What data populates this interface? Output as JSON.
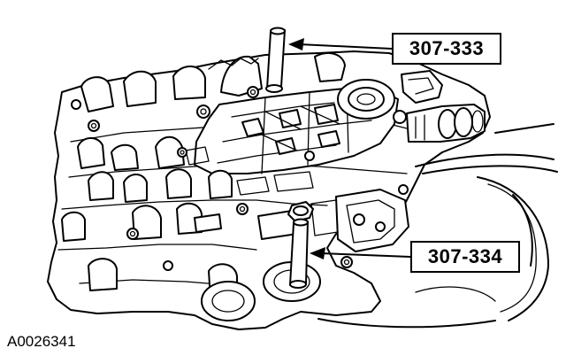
{
  "callouts": {
    "tool_a": "307-333",
    "tool_b": "307-334"
  },
  "figure_id": "A0026341",
  "colors": {
    "ink": "#000000",
    "paper": "#ffffff"
  }
}
